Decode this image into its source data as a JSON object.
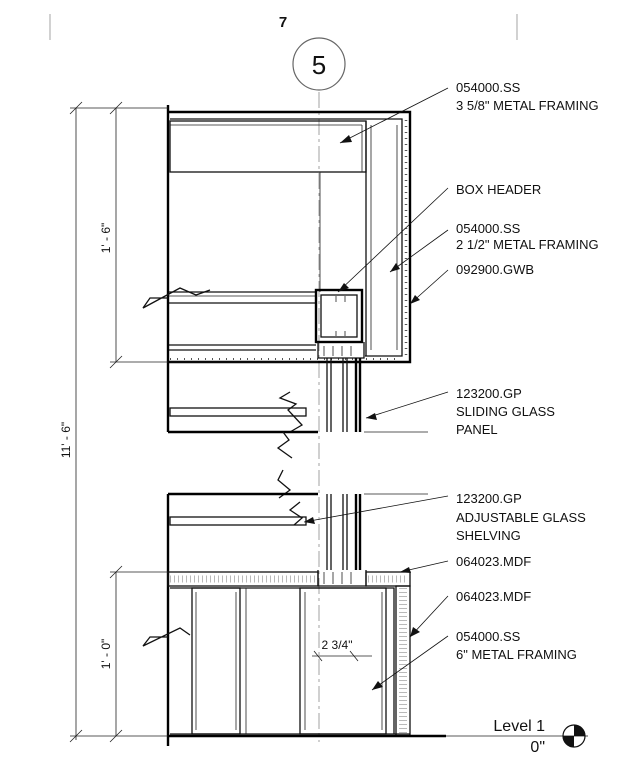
{
  "sheet": {
    "top_number": "7",
    "grid_bubble": "5"
  },
  "annotations": [
    {
      "line1": "054000.SS",
      "line2": "3 5/8\" METAL FRAMING",
      "line3": ""
    },
    {
      "line1": "BOX HEADER",
      "line2": "",
      "line3": ""
    },
    {
      "line1": "054000.SS",
      "line2": "2 1/2\" METAL FRAMING",
      "line3": ""
    },
    {
      "line1": "092900.GWB",
      "line2": "",
      "line3": ""
    },
    {
      "line1": "123200.GP",
      "line2": "SLIDING GLASS",
      "line3": "PANEL"
    },
    {
      "line1": "123200.GP",
      "line2": "ADJUSTABLE GLASS",
      "line3": "SHELVING"
    },
    {
      "line1": "064023.MDF",
      "line2": "",
      "line3": ""
    },
    {
      "line1": "064023.MDF",
      "line2": "",
      "line3": ""
    },
    {
      "line1": "054000.SS",
      "line2": "6\" METAL FRAMING",
      "line3": ""
    }
  ],
  "dimensions": {
    "upper": "1' - 6\"",
    "overall": "11' - 6\"",
    "lower": "1' - 0\"",
    "shelf_gap": "2 3/4\""
  },
  "level": {
    "name": "Level 1",
    "elevation": "0\""
  }
}
